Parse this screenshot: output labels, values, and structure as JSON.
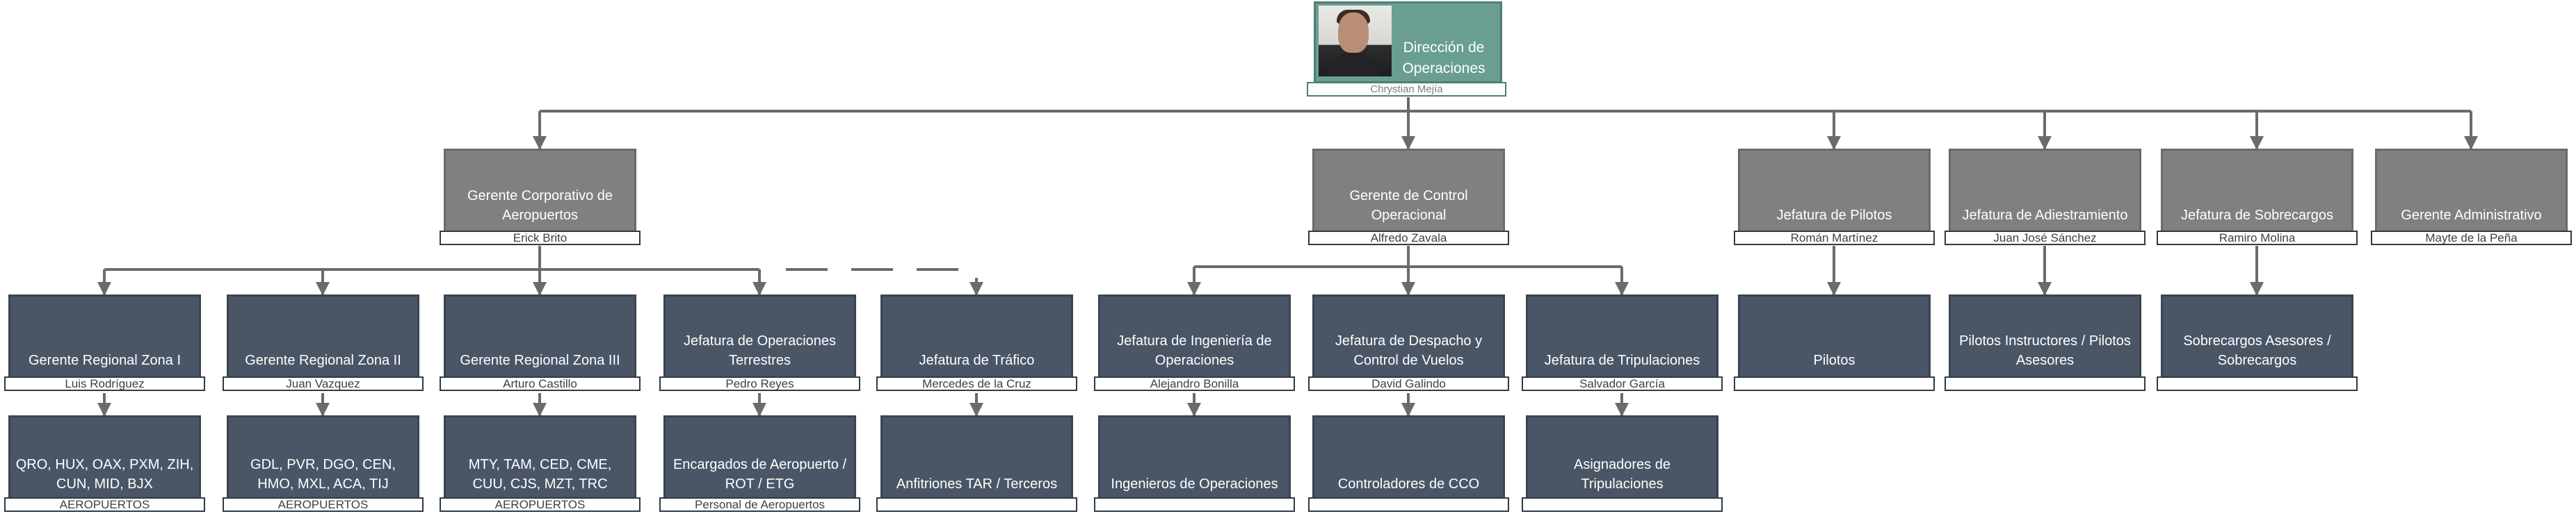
{
  "ceo": {
    "title": "Dirección de Operaciones",
    "name": "Chrystian Mejía"
  },
  "managers": [
    {
      "title": "Gerente Corporativo de Aeropuertos",
      "name": "Erick Brito"
    },
    {
      "title": "Gerente de Control Operacional",
      "name": "Alfredo Zavala"
    },
    {
      "title": "Jefatura de Pilotos",
      "name": "Román Martínez"
    },
    {
      "title": "Jefatura de Adiestramiento",
      "name": "Juan José Sánchez"
    },
    {
      "title": "Jefatura de Sobrecargos",
      "name": "Ramiro Molina"
    },
    {
      "title": "Gerente Administrativo",
      "name": "Mayte de la Peña"
    }
  ],
  "level3": [
    {
      "title": "Gerente Regional Zona I",
      "name": "Luis Rodríguez"
    },
    {
      "title": "Gerente Regional Zona II",
      "name": "Juan Vazquez"
    },
    {
      "title": "Gerente Regional Zona III",
      "name": "Arturo Castillo"
    },
    {
      "title": "Jefatura de Operaciones Terrestres",
      "name": "Pedro Reyes"
    },
    {
      "title": "Jefatura de Tráfico",
      "name": "Mercedes de la Cruz"
    },
    {
      "title": "Jefatura de Ingeniería de Operaciones",
      "name": "Alejandro Bonilla"
    },
    {
      "title": "Jefatura de Despacho y Control de Vuelos",
      "name": "David Galindo"
    },
    {
      "title": "Jefatura de Tripulaciones",
      "name": "Salvador García"
    },
    {
      "title": "Pilotos",
      "name": ""
    },
    {
      "title": "Pilotos Instructores / Pilotos Asesores",
      "name": ""
    },
    {
      "title": "Sobrecargos Asesores / Sobrecargos",
      "name": ""
    }
  ],
  "level4": [
    {
      "title": "QRO, HUX, OAX, PXM, ZIH, CUN, MID, BJX",
      "name": "AEROPUERTOS"
    },
    {
      "title": "GDL, PVR, DGO, CEN, HMO, MXL, ACA, TIJ",
      "name": "AEROPUERTOS"
    },
    {
      "title": "MTY, TAM, CED, CME, CUU, CJS, MZT, TRC",
      "name": "AEROPUERTOS"
    },
    {
      "title": "Encargados de Aeropuerto / ROT / ETG",
      "name": "Personal de Aeropuertos"
    },
    {
      "title": "Anfitriones TAR / Terceros",
      "name": ""
    },
    {
      "title": "Ingenieros de Operaciones",
      "name": ""
    },
    {
      "title": "Controladores de CCO",
      "name": ""
    },
    {
      "title": "Asignadores de Tripulaciones",
      "name": ""
    }
  ]
}
